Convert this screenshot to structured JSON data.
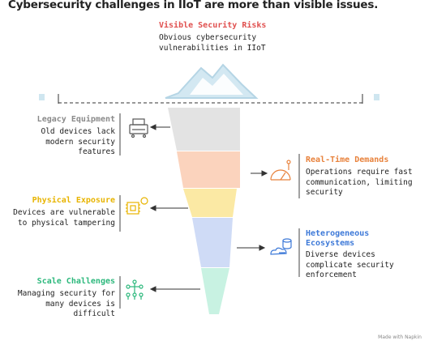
{
  "title": "Cybersecurity challenges in IIoT are more than visible issues.",
  "tip": {
    "title": "Visible Security Risks",
    "desc": "Obvious cybersecurity\nvulnerabilities in IIoT"
  },
  "layers": [
    {
      "key": "legacy",
      "title": "Legacy Equipment",
      "desc": "Old devices lack\nmodern security\nfeatures",
      "side": "left",
      "color": "#8a8a8a",
      "icon": "printer-icon"
    },
    {
      "key": "realtime",
      "title": "Real-Time Demands",
      "desc": "Operations require fast\ncommunication, limiting\nsecurity",
      "side": "right",
      "color": "#e8823c",
      "icon": "gauge-icon"
    },
    {
      "key": "physical",
      "title": "Physical Exposure",
      "desc": "Devices are vulnerable\nto physical tampering",
      "side": "left",
      "color": "#e8b400",
      "icon": "chip-icon"
    },
    {
      "key": "hetero",
      "title": "Heterogeneous\nEcosystems",
      "desc": "Diverse devices\ncomplicate security\nenforcement",
      "side": "right",
      "color": "#3d79d8",
      "icon": "database-cloud-icon"
    },
    {
      "key": "scale",
      "title": "Scale Challenges",
      "desc": "Managing security for\nmany devices is difficult",
      "side": "left",
      "color": "#2cb87c",
      "icon": "network-people-icon"
    }
  ],
  "colors": {
    "tip_title": "#e0504f",
    "layer_fills": [
      "#e3e3e3",
      "#fbd3bd",
      "#fbe9a4",
      "#cfdbf6",
      "#c8f2e2"
    ],
    "iceberg_tip": "#cfe6f0"
  },
  "credit": "Made with Napkin"
}
